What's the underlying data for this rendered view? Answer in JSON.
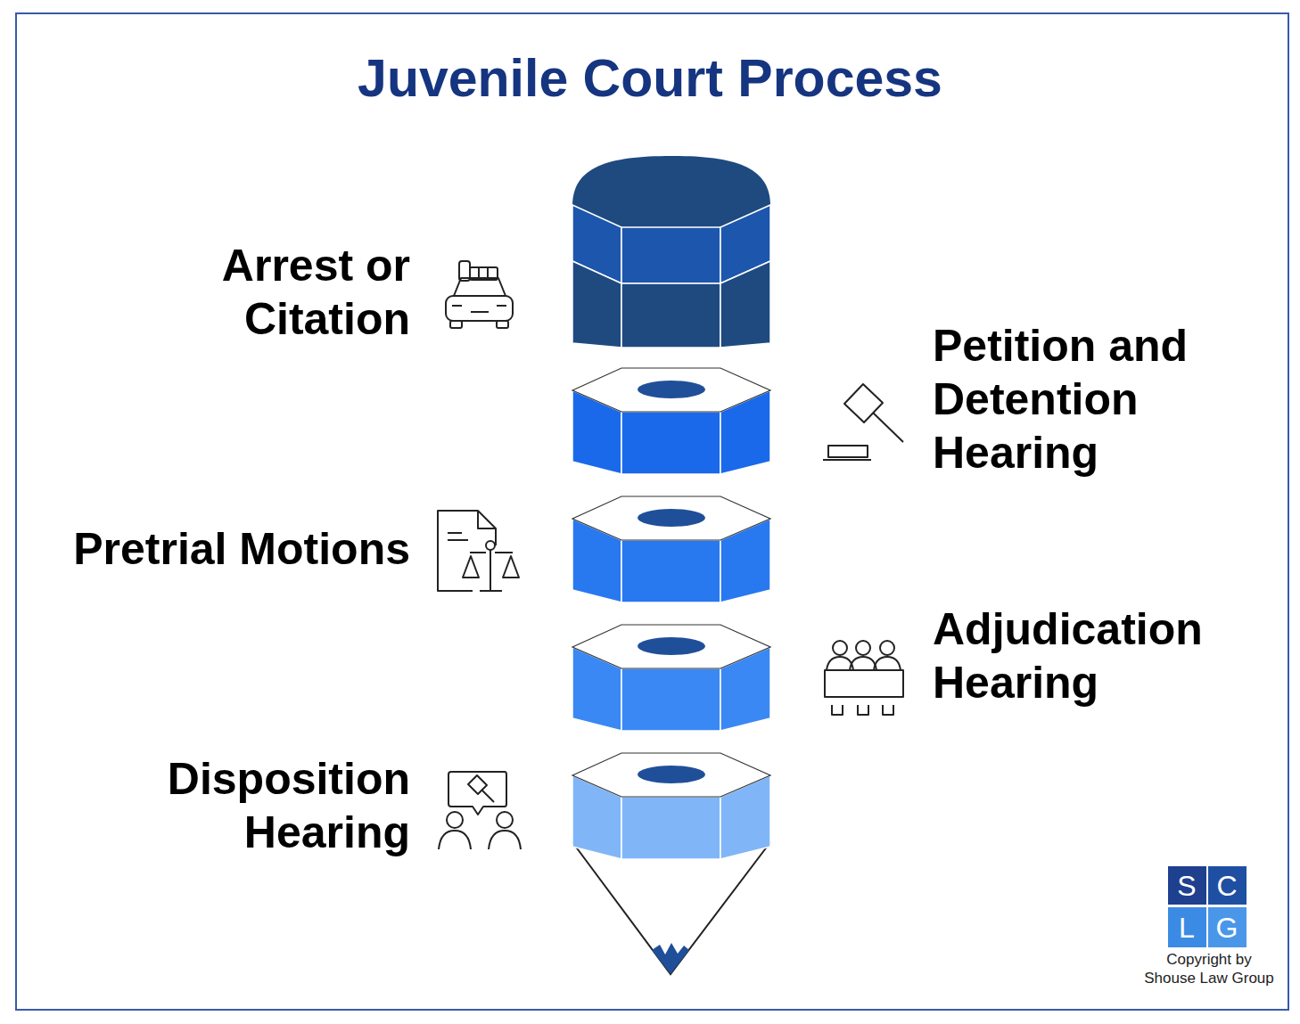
{
  "diagram": {
    "title": "Juvenile Court Process",
    "nodes": [
      {
        "text": [
          "Arrest or Citation"
        ]
      },
      {
        "text": [
          "Petition and Detention Hearing"
        ]
      },
      {
        "text": [
          "Pretrial Motions"
        ]
      },
      {
        "text": [
          "Adjudication Hearing"
        ]
      },
      {
        "text": [
          "Disposition Hearing"
        ]
      }
    ],
    "labels": [
      "S",
      "C",
      "L",
      "G",
      "Copyright by Shouse Law Group"
    ]
  }
}
